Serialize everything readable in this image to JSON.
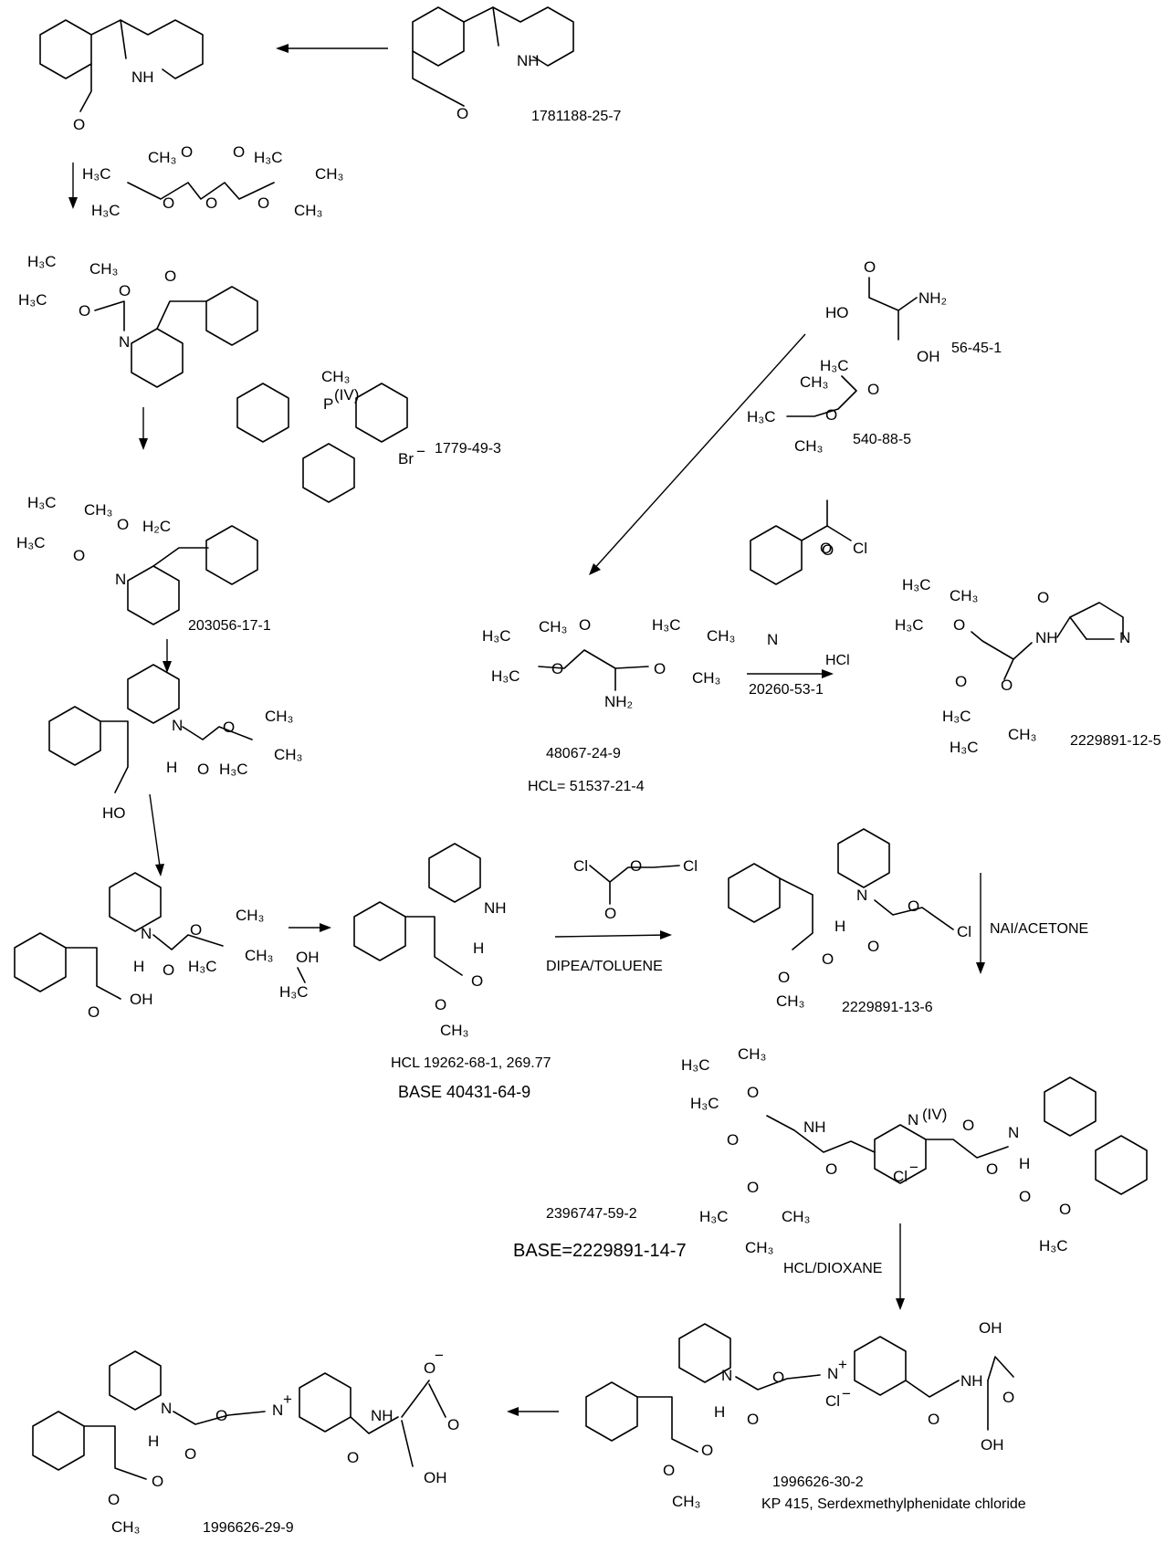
{
  "compounds": {
    "c1781188_25_7": "1781188-25-7",
    "c1779_49_3": "1779-49-3",
    "c203056_17_1": "203056-17-1",
    "c56_45_1": "56-45-1",
    "c540_88_5": "540-88-5",
    "c20260_53_1": "20260-53-1",
    "c48067_24_9": "48067-24-9",
    "c48067_hcl": "HCL= 51537-21-4",
    "c2229891_12_5": "2229891-12-5",
    "c2229891_13_6": "2229891-13-6",
    "c19262_hcl": "HCL 19262-68-1, 269.77",
    "c40431_base": "BASE 40431-64-9",
    "c2396747_59_2": "2396747-59-2",
    "c2396747_base": "BASE=2229891-14-7",
    "c1996626_30_2": "1996626-30-2",
    "c1996626_30_2_name": "KP 415, Serdexmethylphenidate chloride",
    "c1996626_29_9": "1996626-29-9"
  },
  "reagents": {
    "hcl": "HCl",
    "dipea_toluene": "DIPEA/TOLUENE",
    "nai_acetone": "NAI/ACETONE",
    "hcl_dioxane": "HCL/DIOXANE",
    "br_ion": "Br",
    "cl_ion": "Cl"
  },
  "atoms": {
    "NH": "NH",
    "N": "N",
    "H": "H",
    "O": "O",
    "OH": "OH",
    "HO": "HO",
    "NH2": "NH₂",
    "CH3": "CH₃",
    "H3C": "H₃C",
    "H2C": "H₂C",
    "Cl": "Cl",
    "P": "P",
    "IV": "(IV)",
    "plus": "+",
    "minus": "−"
  }
}
